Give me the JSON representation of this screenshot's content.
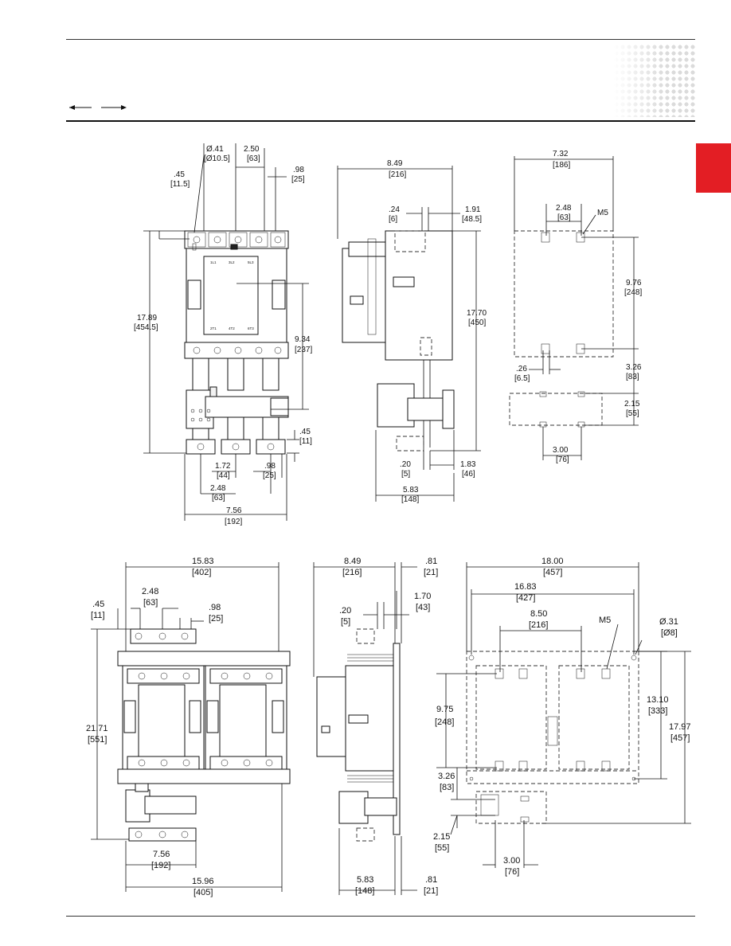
{
  "page": {
    "accent_color": "#e31e24",
    "rule_color": "#111111",
    "arrow_icon": "double-arrow-icon"
  },
  "dims": {
    "t1": [
      "Ø.41",
      "[Ø10.5]"
    ],
    "t2": [
      "2.50",
      "[63]"
    ],
    "t3": [
      ".45",
      "[11.5]"
    ],
    "t4": [
      ".98",
      "[25]"
    ],
    "t5": [
      "17.89",
      "[454.5]"
    ],
    "t6": [
      "9.34",
      "[237]"
    ],
    "t7": [
      ".45",
      "[11]"
    ],
    "t8": [
      "1.72",
      "[44]"
    ],
    "t9": [
      ".98",
      "[25]"
    ],
    "t10": [
      "2.48",
      "[63]"
    ],
    "t11": [
      "7.56",
      "[192]"
    ],
    "s1": [
      "8.49",
      "[216]"
    ],
    "s2": [
      ".24",
      "[6]"
    ],
    "s3": [
      "1.91",
      "[48.5]"
    ],
    "s4": [
      "17.70",
      "[450]"
    ],
    "s5": [
      ".20",
      "[5]"
    ],
    "s6": [
      "1.83",
      "[46]"
    ],
    "s7": [
      "5.83",
      "[148]"
    ],
    "m1": [
      "7.32",
      "[186]"
    ],
    "m2": [
      "2.48",
      "[63]"
    ],
    "m3": [
      "M5"
    ],
    "m4": [
      "9.76",
      "[248]"
    ],
    "m5": [
      ".26",
      "[6.5]"
    ],
    "m6": [
      "3.26",
      "[83]"
    ],
    "m7": [
      "2.15",
      "[55]"
    ],
    "m8": [
      "3.00",
      "[76]"
    ],
    "b1": [
      "15.83",
      "[402]"
    ],
    "b2": [
      "2.48",
      "[63]"
    ],
    "b3": [
      ".45",
      "[11]"
    ],
    "b4": [
      ".98",
      "[25]"
    ],
    "b5": [
      "21.71",
      "[551]"
    ],
    "b6": [
      "7.56",
      "[192]"
    ],
    "b7": [
      "15.96",
      "[405]"
    ],
    "c1": [
      "8.49",
      "[216]"
    ],
    "c2": [
      ".81",
      "[21]"
    ],
    "c3": [
      ".20",
      "[5]"
    ],
    "c4": [
      "1.70",
      "[43]"
    ],
    "c5": [
      "5.83",
      "[148]"
    ],
    "c6": [
      ".81",
      "[21]"
    ],
    "d1": [
      "18.00",
      "[457]"
    ],
    "d2": [
      "16.83",
      "[427]"
    ],
    "d3": [
      "8.50",
      "[216]"
    ],
    "d4": [
      "M5"
    ],
    "d5": [
      "Ø.31",
      "[Ø8]"
    ],
    "d6": [
      "9.75",
      "[248]"
    ],
    "d7": [
      "13.10",
      "[333]"
    ],
    "d8": [
      "17.97",
      "[457]"
    ],
    "d9": [
      "3.26",
      "[83]"
    ],
    "d10": [
      "2.15",
      "[55]"
    ],
    "d11": [
      "3.00",
      "[76]"
    ]
  },
  "terminals": {
    "top": [
      "1L1",
      "3L2",
      "5L3"
    ],
    "bottom": [
      "2T1",
      "4T2",
      "6T3"
    ]
  }
}
